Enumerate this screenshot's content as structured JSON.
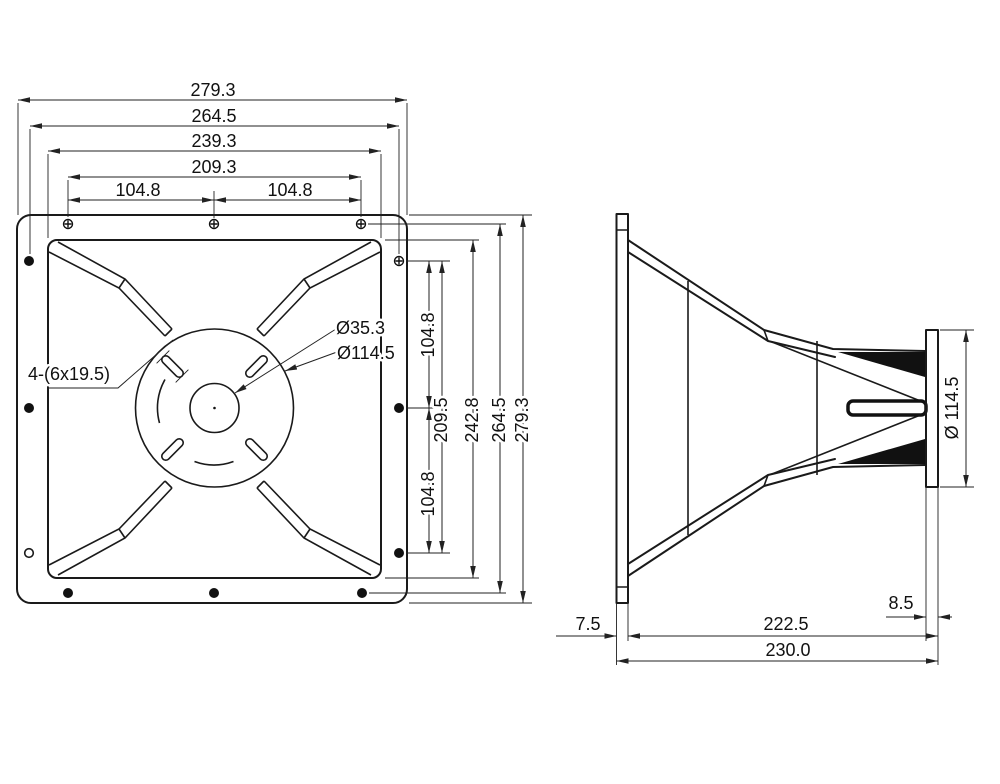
{
  "front": {
    "w279": "279.3",
    "w264": "264.5",
    "w239": "239.3",
    "w209": "209.3",
    "w104a": "104.8",
    "w104b": "104.8",
    "h104a": "104.8",
    "h209": "209.5",
    "h242": "242.8",
    "h264": "264.5",
    "h279": "279.3",
    "h104b": "104.8",
    "slot_label": "4-(6x19.5)",
    "dia_throat": "Ø35.3",
    "dia_bolt": "Ø114.5"
  },
  "side": {
    "flange_thickness": "7.5",
    "body_depth": "222.5",
    "total_depth": "230.0",
    "throat_flange_thickness": "8.5",
    "throat_dia": "Ø 114.5"
  }
}
